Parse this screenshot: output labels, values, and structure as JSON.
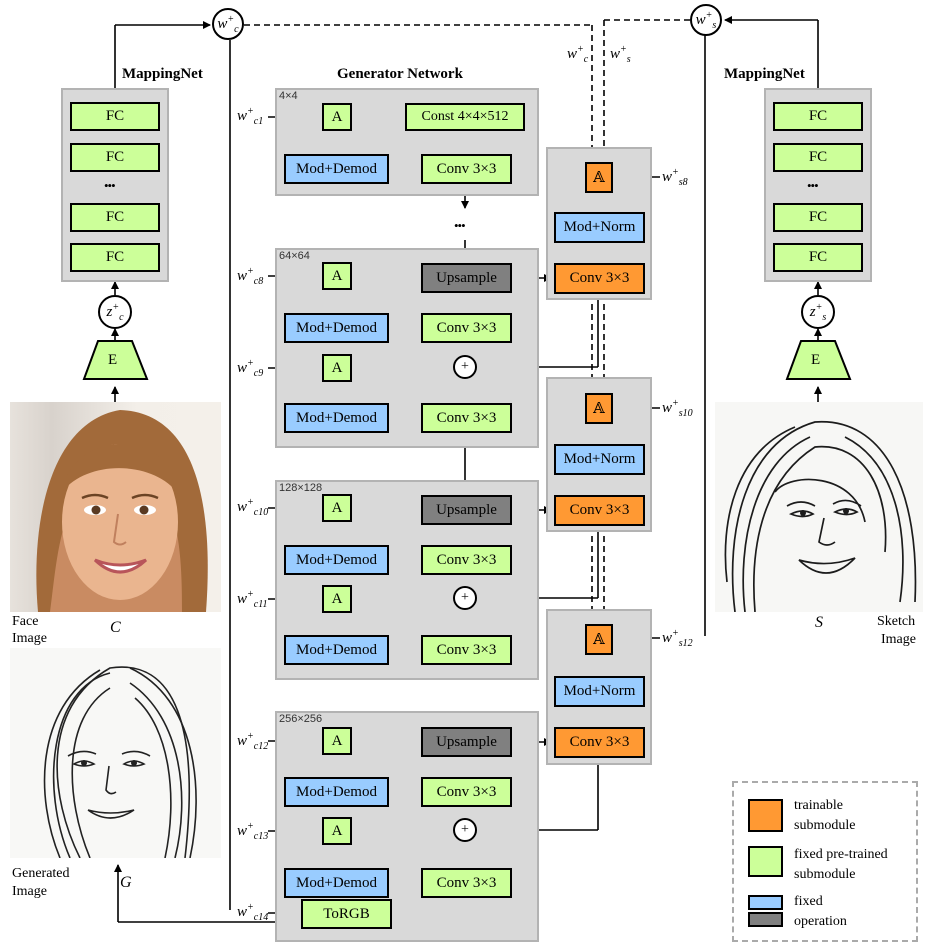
{
  "titles": {
    "mapping_left": "MappingNet",
    "generator": "Generator Network",
    "mapping_right": "MappingNet"
  },
  "mapping": {
    "fc": "FC",
    "dots": "•••",
    "encoder": "E",
    "z_c": "z",
    "z_c_sub": "c",
    "z_s": "z",
    "z_s_sub": "s",
    "plus": "+"
  },
  "w_nodes": {
    "w_c": "w",
    "w_c_sub": "c",
    "w_s": "w",
    "w_s_sub": "s",
    "plus": "+"
  },
  "top_labels": {
    "wc": "w",
    "wc_sub": "c",
    "ws": "w",
    "ws_sub": "s",
    "plus": "+"
  },
  "blocks": {
    "res4": "4×4",
    "res64": "64×64",
    "res128": "128×128",
    "res256": "256×256",
    "A": "A",
    "const": "Const 4×4×512",
    "moddemod": "Mod+Demod",
    "conv": "Conv 3×3",
    "upsample": "Upsample",
    "torgb": "ToRGB",
    "dots": "•••",
    "plus": "+"
  },
  "style_blocks": {
    "A": "𝔸",
    "modnorm": "Mod+Norm",
    "conv": "Conv 3×3"
  },
  "w_inputs": {
    "base": "w",
    "plus": "+",
    "c1": "c1",
    "c8": "c8",
    "c9": "c9",
    "c10": "c10",
    "c11": "c11",
    "c12": "c12",
    "c13": "c13",
    "c14": "c14",
    "s8": "s8",
    "s10": "s10",
    "s12": "s12"
  },
  "images": {
    "face_label_1": "Face",
    "face_label_2": "Image",
    "face_symbol": "C",
    "sketch_label_1": "Sketch",
    "sketch_label_2": "Image",
    "sketch_symbol": "S",
    "generated_label_1": "Generated",
    "generated_label_2": "Image",
    "generated_symbol": "G"
  },
  "legend": {
    "trainable_1": "trainable",
    "trainable_2": "submodule",
    "fixed_pre_1": "fixed pre-trained",
    "fixed_pre_2": "submodule",
    "fixed_op_1": "fixed",
    "fixed_op_2": "operation"
  },
  "colors": {
    "green": "#ccff99",
    "blue": "#99ccff",
    "orange": "#ff9933",
    "gray": "#808080",
    "panel": "#d9d9d9"
  }
}
